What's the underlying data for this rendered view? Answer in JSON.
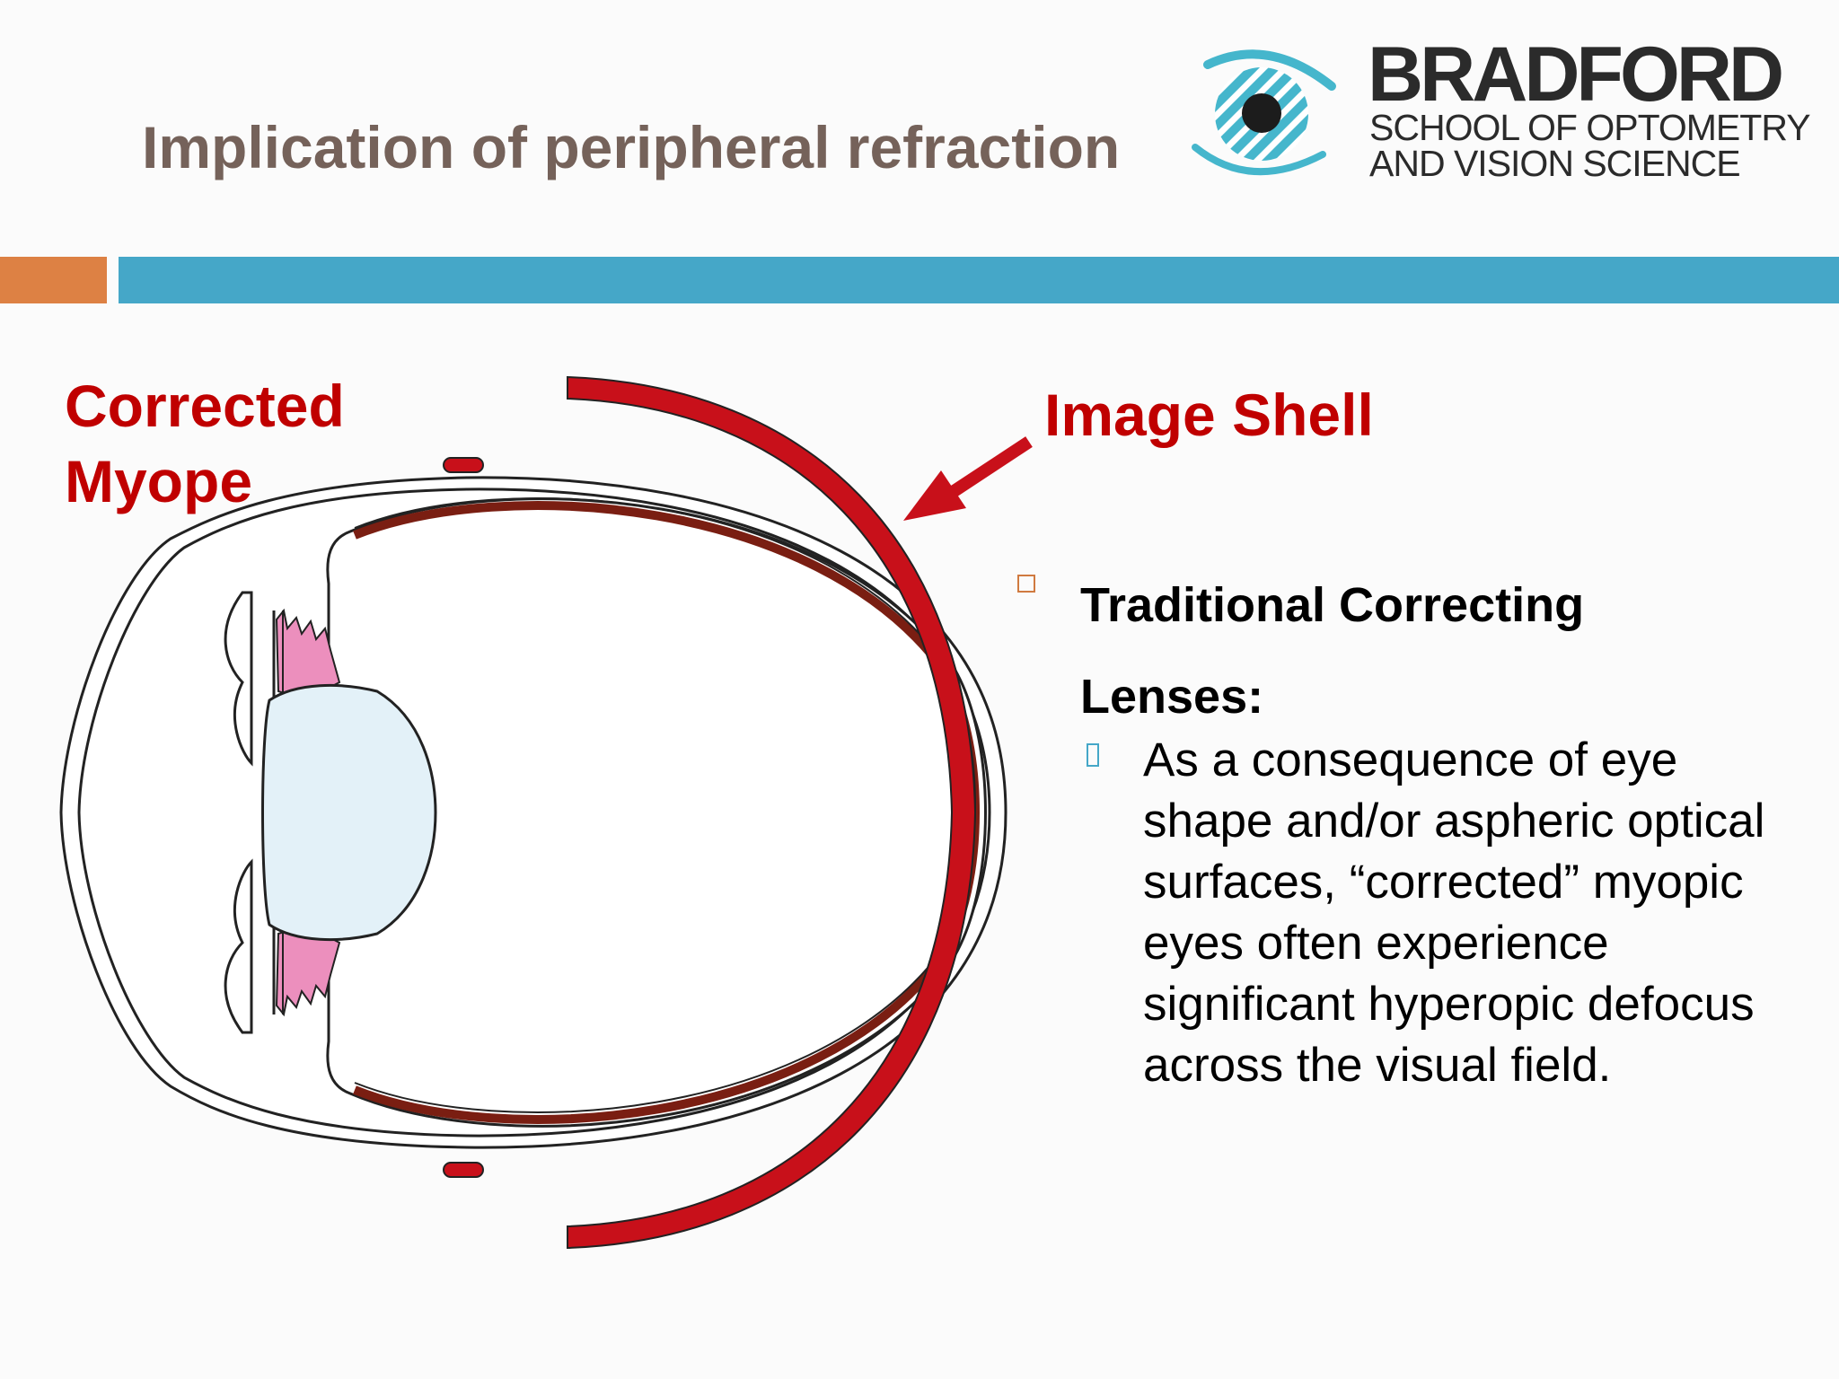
{
  "slide": {
    "title": "Implication of peripheral refraction",
    "logo": {
      "name": "BRADFORD",
      "subtitle_line1": "SCHOOL OF OPTOMETRY",
      "subtitle_line2": "AND VISION SCIENCE",
      "icon": "eye-logo-icon"
    },
    "colors": {
      "title": "#75625a",
      "accent_orange": "#dd8144",
      "accent_blue": "#45a7c8",
      "label_red": "#c00000",
      "shell_red": "#c8101a",
      "choroid_brown": "#7a1e12",
      "lens_fill": "#e3f1f8",
      "ciliary_pink": "#ec8fbd"
    }
  },
  "diagram": {
    "label_corrected_myope": "Corrected Myope",
    "label_image_shell": "Image Shell",
    "icons": [
      "eye-cross-section-icon",
      "image-shell-arc-icon",
      "arrow-icon"
    ]
  },
  "content": {
    "bullet1": "Traditional Correcting Lenses:",
    "bullet2": "As a consequence of eye shape and/or aspheric optical surfaces, “corrected” myopic eyes often experience significant hyperopic defocus across the visual field."
  }
}
